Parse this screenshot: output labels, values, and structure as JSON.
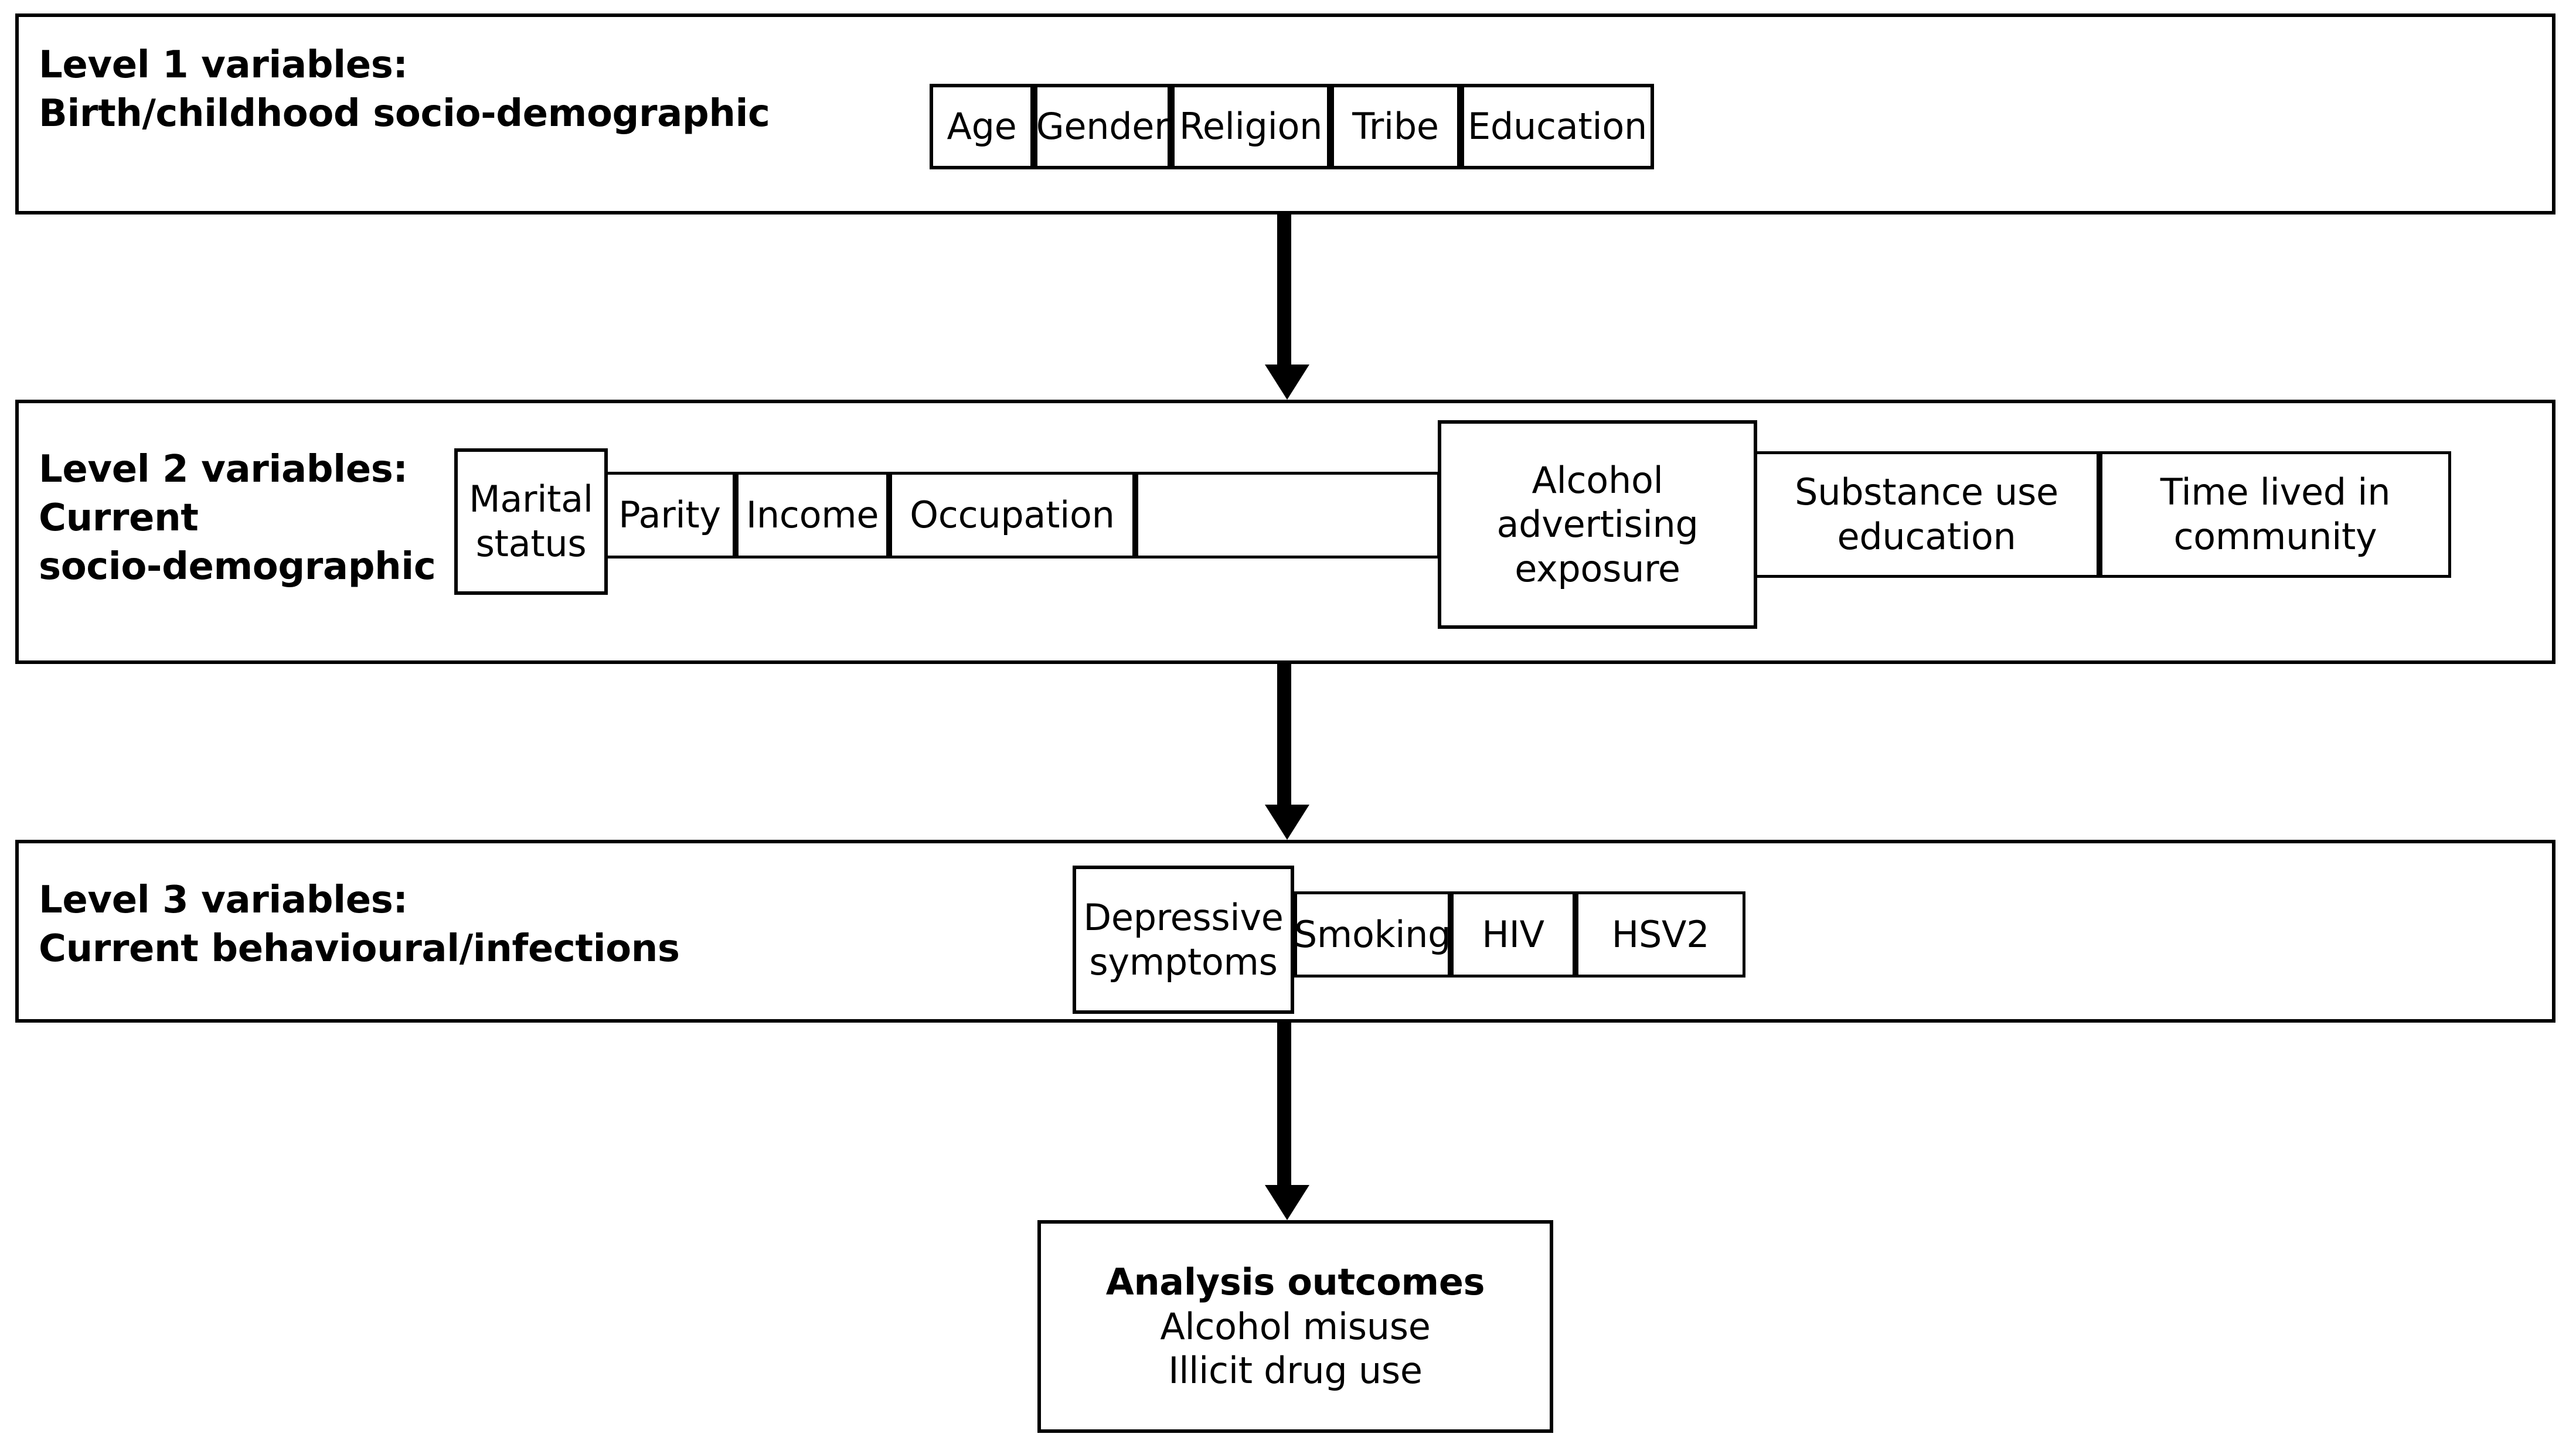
{
  "figure": {
    "type": "hierarchical-flow-diagram",
    "title": "Conceptual framework of hierarchical variable levels for alcohol misuse and illicit drug use analysis"
  },
  "levels": [
    {
      "id": "level-1",
      "label": "Level 1 variables:\nBirth/childhood socio-demographic",
      "label_lines": [
        "Level 1 variables:",
        "Birth/childhood socio-demographic"
      ],
      "boxes": [
        {
          "id": "age",
          "label": "Age"
        },
        {
          "id": "gender",
          "label": "Gender"
        },
        {
          "id": "religion",
          "label": "Religion"
        },
        {
          "id": "tribe",
          "label": "Tribe"
        },
        {
          "id": "education",
          "label": "Education"
        }
      ]
    },
    {
      "id": "level-2",
      "label": "Level 2 variables:\nCurrent\nsocio-demographic",
      "label_lines": [
        "Level 2 variables:",
        "Current",
        "socio-demographic"
      ],
      "boxes": [
        {
          "id": "marital-status",
          "label": "Marital\nstatus"
        },
        {
          "id": "parity",
          "label": "Parity"
        },
        {
          "id": "income",
          "label": "Income"
        },
        {
          "id": "occupation",
          "label": "Occupation"
        },
        {
          "id": "alcohol-advertising",
          "label": "Alcohol\nadvertising\nexposure"
        },
        {
          "id": "substance-use-education",
          "label": "Substance use\neducation"
        },
        {
          "id": "time-lived-in-community",
          "label": "Time lived in\ncommunity"
        }
      ]
    },
    {
      "id": "level-3",
      "label": "Level 3 variables:\nCurrent behavioural/infections",
      "label_lines": [
        "Level 3 variables:",
        "Current behavioural/infections"
      ],
      "boxes": [
        {
          "id": "depressive-symptoms",
          "label": "Depressive\nsymptoms"
        },
        {
          "id": "smoking",
          "label": "Smoking"
        },
        {
          "id": "hiv",
          "label": "HIV"
        },
        {
          "id": "hsv2",
          "label": "HSV2"
        }
      ]
    }
  ],
  "outcome": {
    "id": "analysis-outcomes",
    "title": "Analysis outcomes",
    "items": [
      "Alcohol misuse",
      "Illicit drug use"
    ]
  },
  "arrows": [
    {
      "id": "arrow-level1-to-level2",
      "from": "level-1",
      "to": "level-2"
    },
    {
      "id": "arrow-level2-to-level3",
      "from": "level-2",
      "to": "level-3"
    },
    {
      "id": "arrow-level3-to-outcome",
      "from": "level-3",
      "to": "analysis-outcomes"
    }
  ],
  "colors": {
    "stroke": "#000000",
    "fill": "#ffffff",
    "text": "#000000"
  }
}
